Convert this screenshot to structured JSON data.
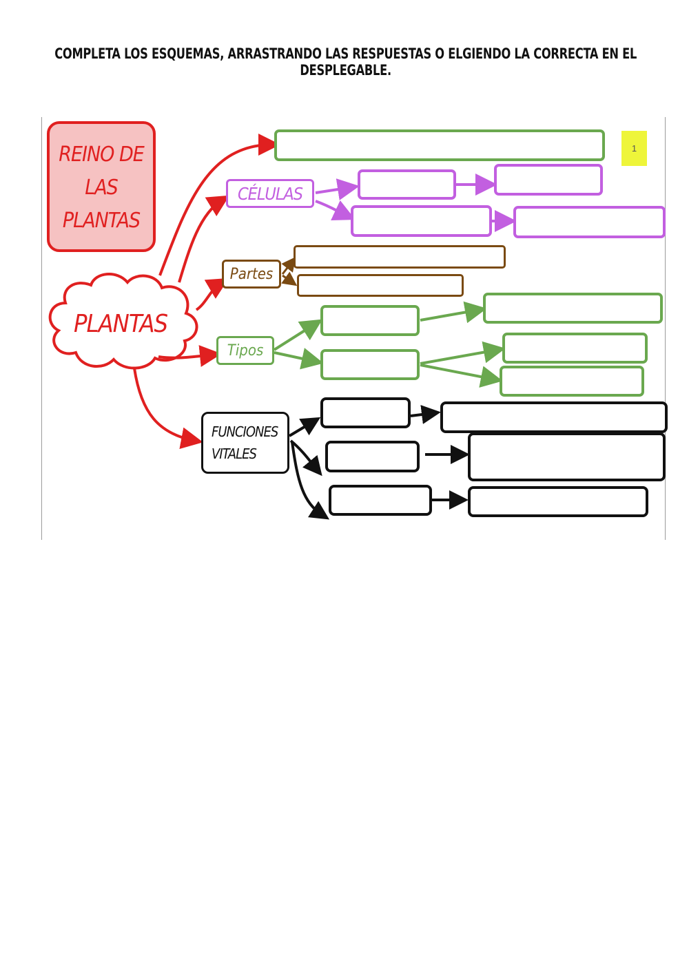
{
  "instructions": "COMPLETA LOS ESQUEMAS, ARRASTRANDO LAS RESPUESTAS O ELGIENDO LA CORRECTA EN EL DESPLEGABLE.",
  "page_number": "1",
  "diagram": {
    "title": "REINO DE LAS PLANTAS",
    "center": "PLANTAS",
    "branches": {
      "celulas": "CÉLULAS",
      "partes": "Partes",
      "tipos": "Tipos",
      "funciones": "FUNCIONES VITALES"
    }
  },
  "colors": {
    "red": "#e02020",
    "green": "#6aa84f",
    "magenta": "#c25fe0",
    "brown": "#7a4a12",
    "black": "#111111",
    "page_number_bg": "#eef53a"
  }
}
